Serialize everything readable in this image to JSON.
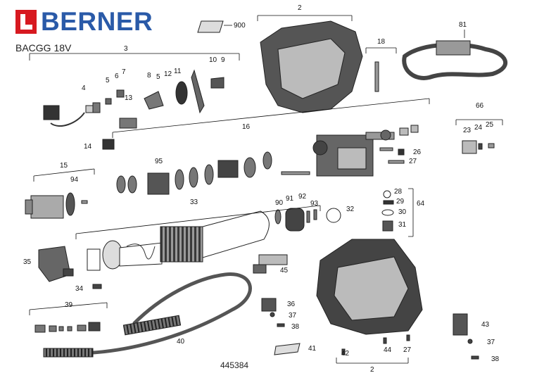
{
  "brand": {
    "name": "BERNER",
    "color": "#2a5aa8",
    "mark_color": "#d71920"
  },
  "model": "BACGG 18V",
  "doc_number": "445384",
  "callouts": [
    "900",
    "2",
    "18",
    "81",
    "3",
    "4",
    "5",
    "6",
    "7",
    "8",
    "5",
    "12",
    "11",
    "10",
    "9",
    "13",
    "66",
    "23",
    "24",
    "25",
    "16",
    "14",
    "95",
    "26",
    "27",
    "15",
    "94",
    "28",
    "29",
    "64",
    "30",
    "31",
    "33",
    "90",
    "91",
    "92",
    "93",
    "32",
    "35",
    "45",
    "34",
    "36",
    "37",
    "38",
    "39",
    "40",
    "43",
    "37",
    "38",
    "41",
    "42",
    "44",
    "27",
    "2"
  ]
}
